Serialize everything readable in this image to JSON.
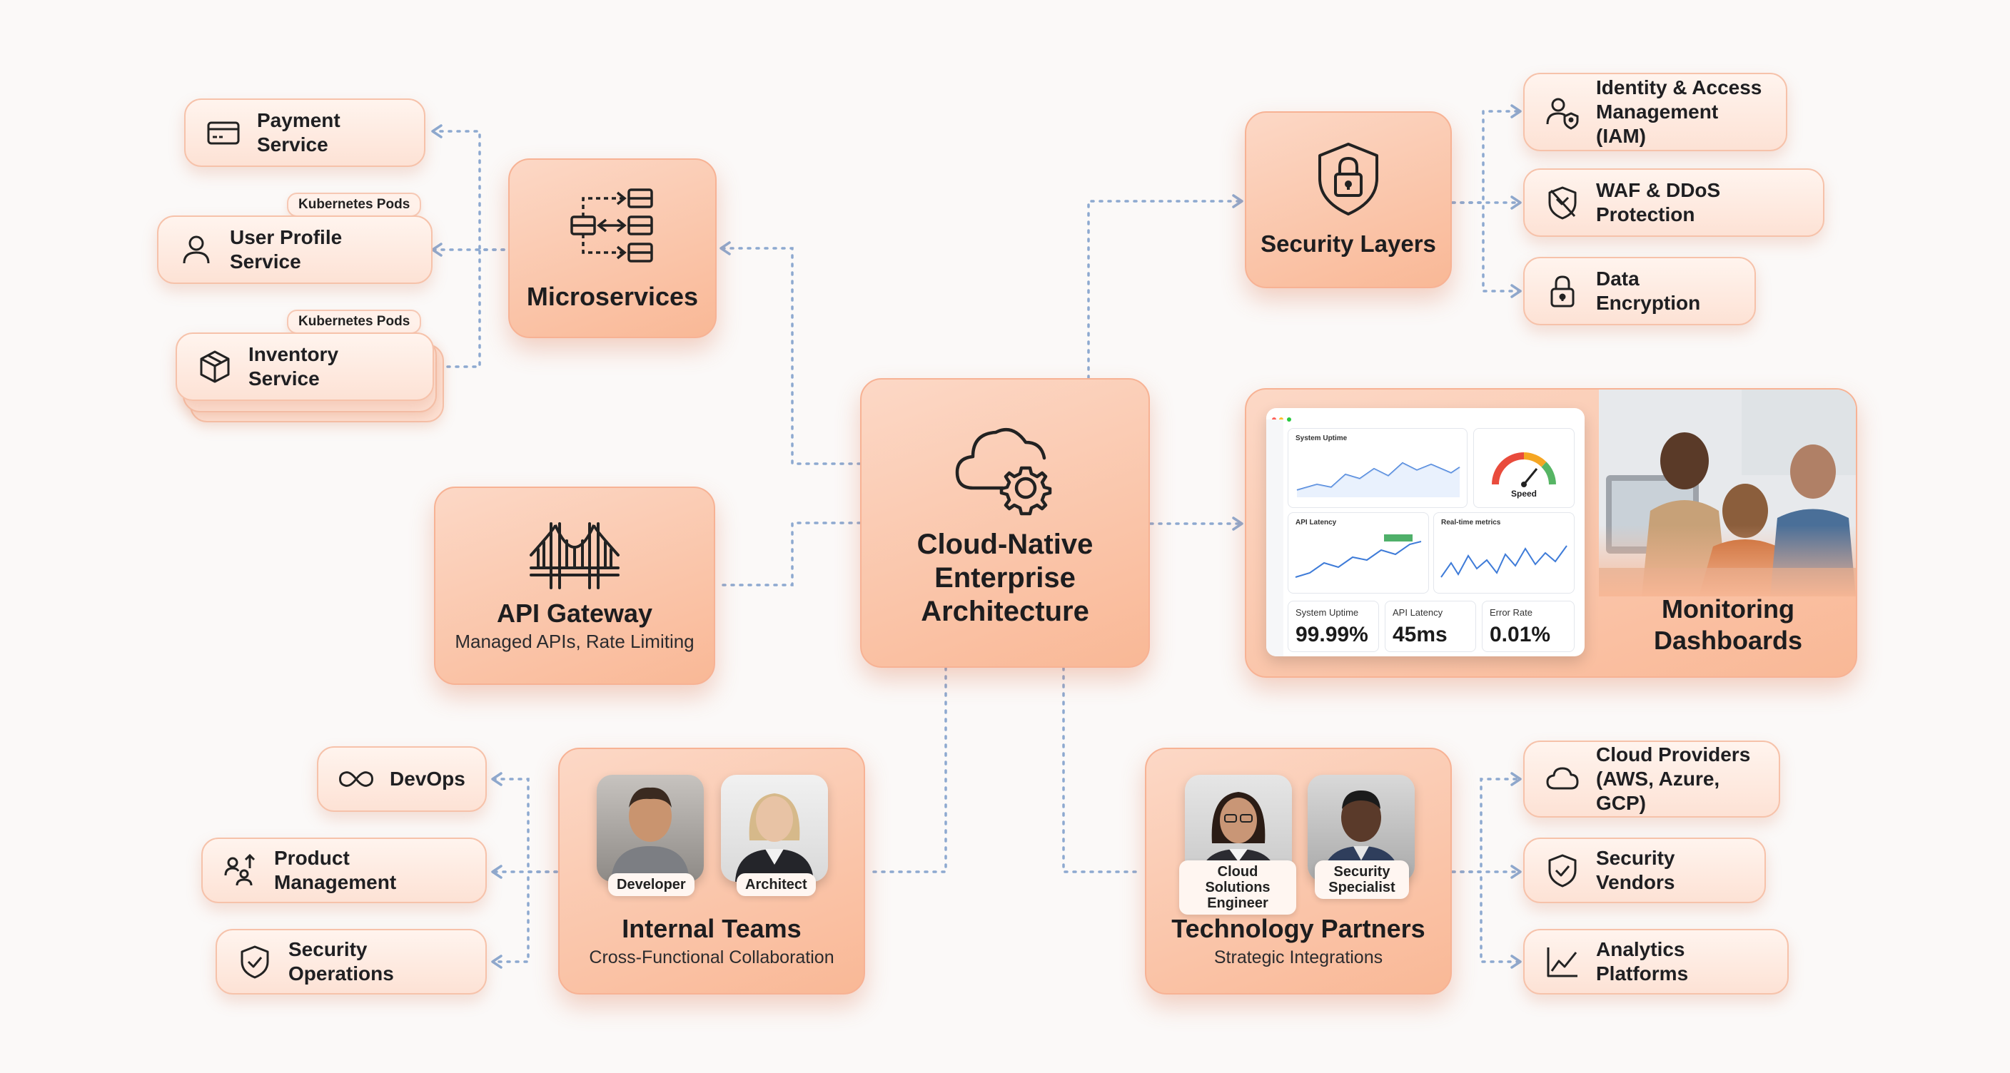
{
  "center": {
    "title": "Cloud-Native Enterprise Architecture",
    "icon": "cloud-gear-icon"
  },
  "microservices": {
    "title": "Microservices",
    "icon": "service-flow-icon",
    "services": [
      {
        "label": "Payment Service",
        "icon": "credit-card-icon"
      },
      {
        "label": "User Profile Service",
        "icon": "user-icon",
        "tag": "Kubernetes Pods"
      },
      {
        "label": "Inventory Service",
        "icon": "box-icon",
        "tag": "Kubernetes Pods"
      }
    ]
  },
  "api_gateway": {
    "title": "API Gateway",
    "subtitle": "Managed APIs, Rate Limiting",
    "icon": "bridge-icon"
  },
  "security": {
    "title": "Security Layers",
    "icon": "shield-lock-icon",
    "items": [
      {
        "label": "Identity & Access Management (IAM)",
        "icon": "user-shield-icon"
      },
      {
        "label": "WAF & DDoS Protection",
        "icon": "shield-off-icon"
      },
      {
        "label": "Data Encryption",
        "icon": "padlock-icon"
      }
    ]
  },
  "monitoring": {
    "title": "Monitoring Dashboards",
    "panels": {
      "uptime_chart": "System Uptime",
      "gauge": "Speed",
      "latency_chart": "API Latency",
      "realtime_chart": "Real-time metrics"
    },
    "kpis": [
      {
        "label": "System Uptime",
        "value": "99.99%"
      },
      {
        "label": "API Latency",
        "value": "45ms"
      },
      {
        "label": "Error Rate",
        "value": "0.01%"
      }
    ]
  },
  "internal_teams": {
    "title": "Internal Teams",
    "subtitle": "Cross-Functional Collaboration",
    "people": [
      {
        "role": "Developer"
      },
      {
        "role": "Architect"
      }
    ],
    "items": [
      {
        "label": "DevOps",
        "icon": "infinity-icon"
      },
      {
        "label": "Product Management",
        "icon": "team-growth-icon"
      },
      {
        "label": "Security Operations",
        "icon": "shield-check-icon"
      }
    ]
  },
  "tech_partners": {
    "title": "Technology Partners",
    "subtitle": "Strategic Integrations",
    "people": [
      {
        "role": "Cloud Solutions Engineer"
      },
      {
        "role": "Security Specialist"
      }
    ],
    "items": [
      {
        "label": "Cloud Providers (AWS, Azure, GCP)",
        "icon": "cloud-icon"
      },
      {
        "label": "Security Vendors",
        "icon": "shield-check-icon"
      },
      {
        "label": "Analytics Platforms",
        "icon": "line-chart-icon"
      }
    ]
  },
  "colors": {
    "accent": "#f9b896",
    "card_light": "#fcd8c6",
    "connector": "#8da9d0",
    "background": "#fbf9f8"
  }
}
